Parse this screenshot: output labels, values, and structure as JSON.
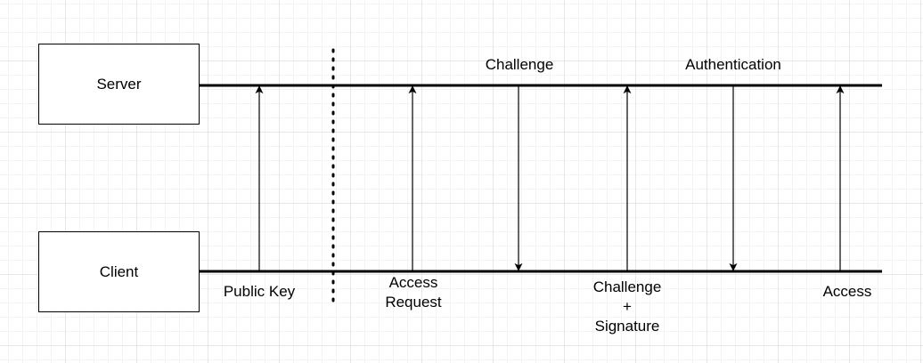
{
  "nodes": {
    "server": "Server",
    "client": "Client"
  },
  "top_labels": {
    "challenge": "Challenge",
    "authentication": "Authentication"
  },
  "bottom_labels": {
    "public_key": "Public Key",
    "access_request": [
      "Access",
      "Request"
    ],
    "challenge_signature": [
      "Challenge",
      "+",
      "Signature"
    ],
    "access": "Access"
  }
}
